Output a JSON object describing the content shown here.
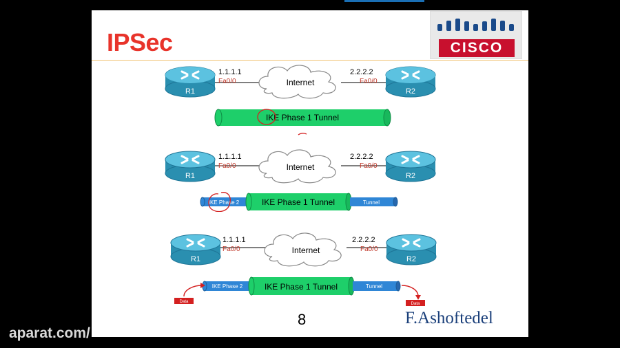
{
  "slide": {
    "title": "IPSec",
    "page_number": "8",
    "author": "F.Ashoftedel",
    "logo_text": "CISCO"
  },
  "diagrams": [
    {
      "r1": "R1",
      "r2": "R2",
      "ip1": "1.1.1.1",
      "ip2": "2.2.2.2",
      "if1": "Fa0/0",
      "if2": "Fa0/0",
      "cloud": "Internet",
      "phase1": "IKE Phase 1 Tunnel"
    },
    {
      "r1": "R1",
      "r2": "R2",
      "ip1": "1.1.1.1",
      "ip2": "2.2.2.2",
      "if1": "Fa0/0",
      "if2": "Fa0/0",
      "cloud": "Internet",
      "phase1": "IKE Phase 1 Tunnel",
      "phase2": "IKE Phase 2",
      "tunnel": "Tunnel"
    },
    {
      "r1": "R1",
      "r2": "R2",
      "ip1": "1.1.1.1",
      "ip2": "2.2.2.2",
      "if1": "Fa0/0",
      "if2": "Fa0/0",
      "cloud": "Internet",
      "phase1": "IKE Phase 1 Tunnel",
      "phase2": "IKE Phase 2",
      "tunnel": "Tunnel",
      "data_left": "Data",
      "data_right": "Data"
    }
  ],
  "watermark": "aparat.com/",
  "colors": {
    "title": "#e8332a",
    "router": "#2a8fb0",
    "phase1": "#1ecf6a",
    "phase2": "#2f86d6",
    "annotation": "#d42020"
  }
}
